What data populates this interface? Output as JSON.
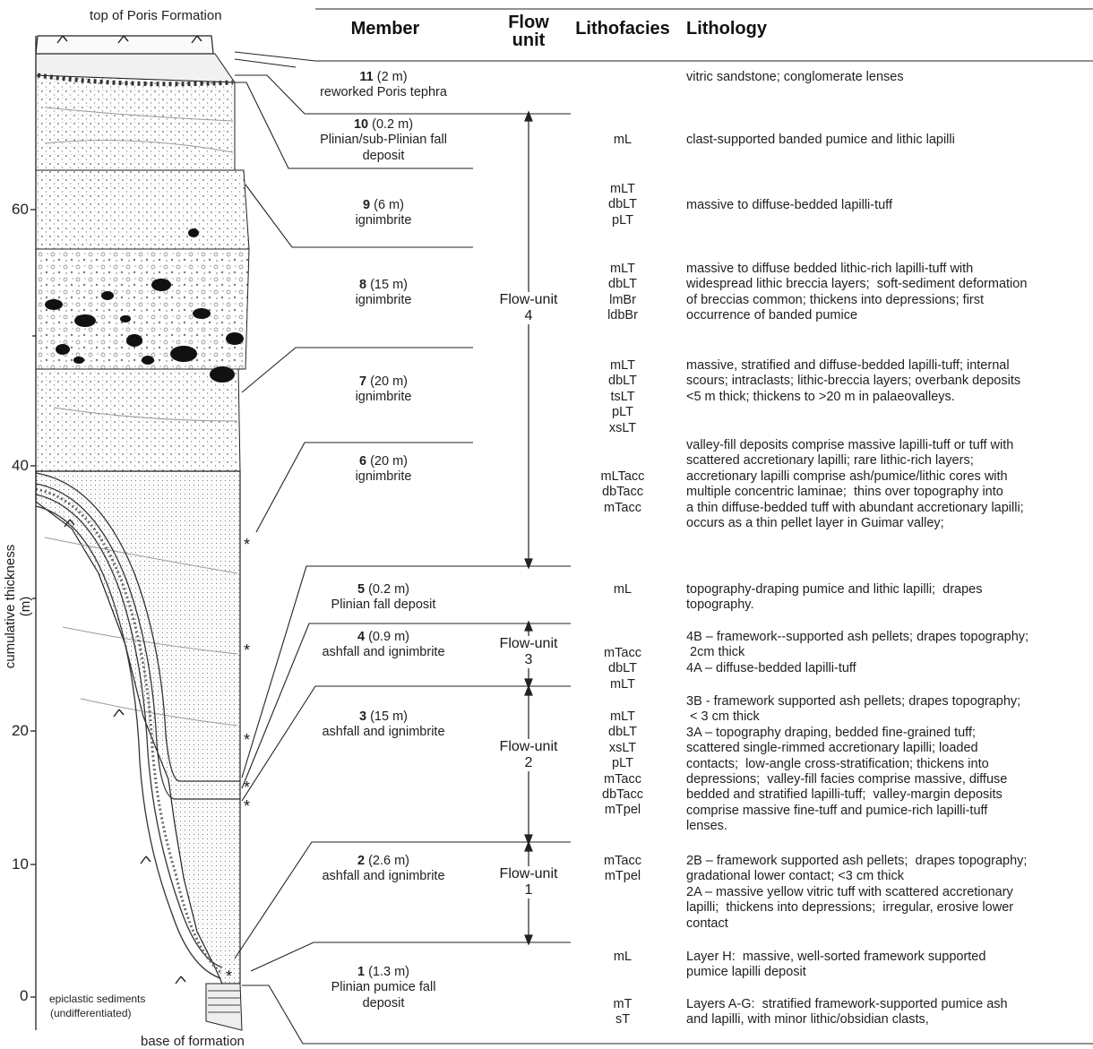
{
  "column_labels": {
    "top": "top of Poris Formation",
    "base": "base of formation",
    "epiclastic_1": "epiclastic sediments",
    "epiclastic_2": "(undifferentiated)"
  },
  "axis": {
    "label": "cumulative thickness (m)",
    "ticks": [
      "0",
      "10",
      "20",
      "40",
      "60"
    ]
  },
  "headers": {
    "member": "Member",
    "flow_unit_1": "Flow",
    "flow_unit_2": "unit",
    "lithofacies": "Lithofacies",
    "lithology": "Lithology"
  },
  "members": [
    {
      "num": "11",
      "thk": " (2 m)",
      "lines": [
        "reworked Poris tephra"
      ]
    },
    {
      "num": "10",
      "thk": " (0.2 m)",
      "lines": [
        "Plinian/sub-Plinian fall",
        "deposit"
      ]
    },
    {
      "num": "9",
      "thk": " (6 m)",
      "lines": [
        "ignimbrite"
      ]
    },
    {
      "num": "8",
      "thk": " (15 m)",
      "lines": [
        "ignimbrite"
      ]
    },
    {
      "num": "7",
      "thk": " (20 m)",
      "lines": [
        "ignimbrite"
      ]
    },
    {
      "num": "6",
      "thk": " (20 m)",
      "lines": [
        "ignimbrite"
      ]
    },
    {
      "num": "5",
      "thk": " (0.2 m)",
      "lines": [
        "Plinian fall deposit"
      ]
    },
    {
      "num": "4",
      "thk": " (0.9 m)",
      "lines": [
        "ashfall and ignimbrite"
      ]
    },
    {
      "num": "3",
      "thk": " (15 m)",
      "lines": [
        "ashfall and ignimbrite"
      ]
    },
    {
      "num": "2",
      "thk": " (2.6 m)",
      "lines": [
        "ashfall and ignimbrite"
      ]
    },
    {
      "num": "1",
      "thk": " (1.3 m)",
      "lines": [
        "Plinian pumice fall",
        "deposit"
      ]
    }
  ],
  "flow_units": [
    {
      "l1": "Flow-unit",
      "l2": "4"
    },
    {
      "l1": "Flow-unit",
      "l2": "3"
    },
    {
      "l1": "Flow-unit",
      "l2": "2"
    },
    {
      "l1": "Flow-unit",
      "l2": "1"
    }
  ],
  "lithofacies": [
    "mL",
    "mLT\ndbLT\npLT",
    "mLT\ndbLT\nlmBr\nldbBr",
    "mLT\ndbLT\ntsLT\npLT\nxsLT",
    "mLTacc\ndbTacc\nmTacc",
    "mL",
    "mTacc\ndbLT\nmLT",
    "mLT\ndbLT\nxsLT\npLT\nmTacc\ndbTacc\nmTpel",
    "mTacc\nmTpel",
    "mL",
    "mT\nsT"
  ],
  "lithology": [
    "vitric sandstone; conglomerate lenses",
    "clast-supported banded pumice and lithic lapilli",
    "massive to diffuse-bedded lapilli-tuff",
    "massive to diffuse bedded lithic-rich lapilli-tuff with\nwidespread lithic breccia layers;  soft-sediment deformation\nof breccias common; thickens into depressions; first\noccurrence of banded pumice",
    "massive, stratified and diffuse-bedded lapilli-tuff; internal\nscours; intraclasts; lithic-breccia layers; overbank deposits\n<5 m thick; thickens to >20 m in palaeovalleys.",
    "valley-fill deposits comprise massive lapilli-tuff or tuff with\nscattered accretionary lapilli; rare lithic-rich layers;\naccretionary lapilli comprise ash/pumice/lithic cores with\nmultiple concentric laminae;  thins over topography into\na thin diffuse-bedded tuff with abundant accretionary lapilli;\noccurs as a thin pellet layer in Guimar valley;",
    "topography-draping pumice and lithic lapilli;  drapes\ntopography.",
    "4B – framework--supported ash pellets; drapes topography;\n 2cm thick\n4A – diffuse-bedded lapilli-tuff",
    "3B - framework supported ash pellets; drapes topography;\n < 3 cm thick\n3A – topography draping, bedded fine-grained tuff;\nscattered single-rimmed accretionary lapilli; loaded\ncontacts;  low-angle cross-stratification; thickens into\ndepressions;  valley-fill facies comprise massive, diffuse\nbedded and stratified lapilli-tuff;  valley-margin deposits\ncomprise massive fine-tuff and pumice-rich lapilli-tuff\nlenses.",
    "2B – framework supported ash pellets;  drapes topography;\ngradational lower contact; <3 cm thick\n2A – massive yellow vitric tuff with scattered accretionary\nlapilli;  thickens into depressions;  irregular, erosive lower\ncontact",
    "Layer H:  massive, well-sorted framework supported\npumice lapilli deposit",
    "Layers A-G:  stratified framework-supported pumice ash\nand lapilli, with minor lithic/obsidian clasts,"
  ],
  "asterisk": "*"
}
